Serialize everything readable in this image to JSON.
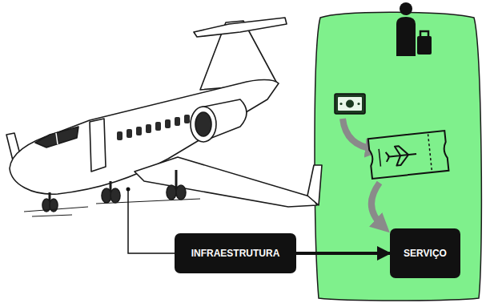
{
  "diagram": {
    "nodes": [
      {
        "text": [
          "INFRAESTRUTURA"
        ]
      },
      {
        "text": [
          "SERVIÇO"
        ]
      }
    ],
    "edges": [
      {
        "from": 0,
        "to": 1,
        "arrow": "to"
      }
    ]
  }
}
